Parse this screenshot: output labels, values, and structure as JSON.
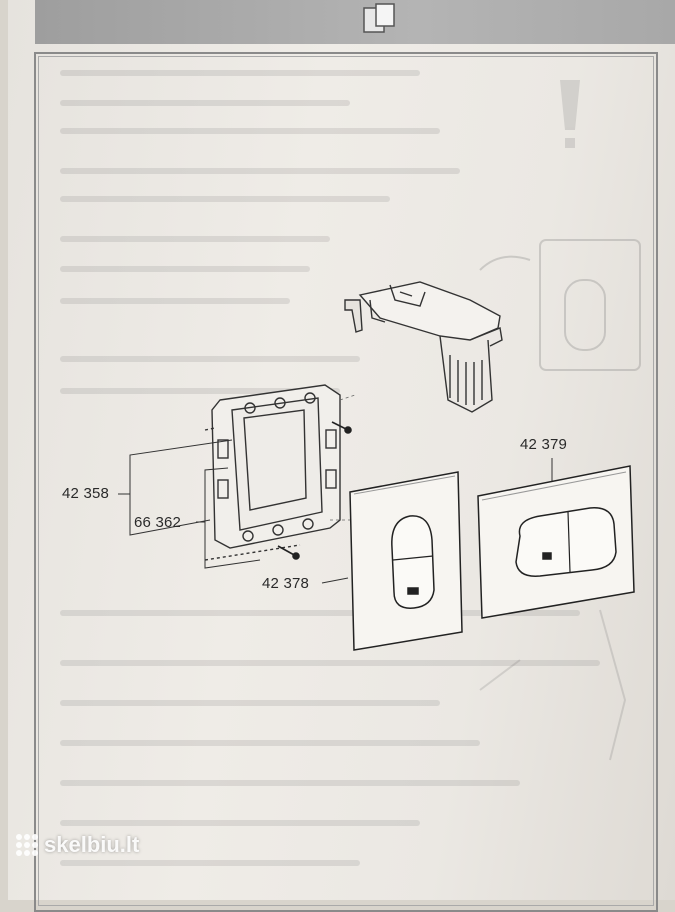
{
  "labels": {
    "part_42358": "42 358",
    "part_66362": "66 362",
    "part_42378": "42 378",
    "part_42379": "42 379"
  },
  "watermark": {
    "text": "skelbiu.lt"
  }
}
